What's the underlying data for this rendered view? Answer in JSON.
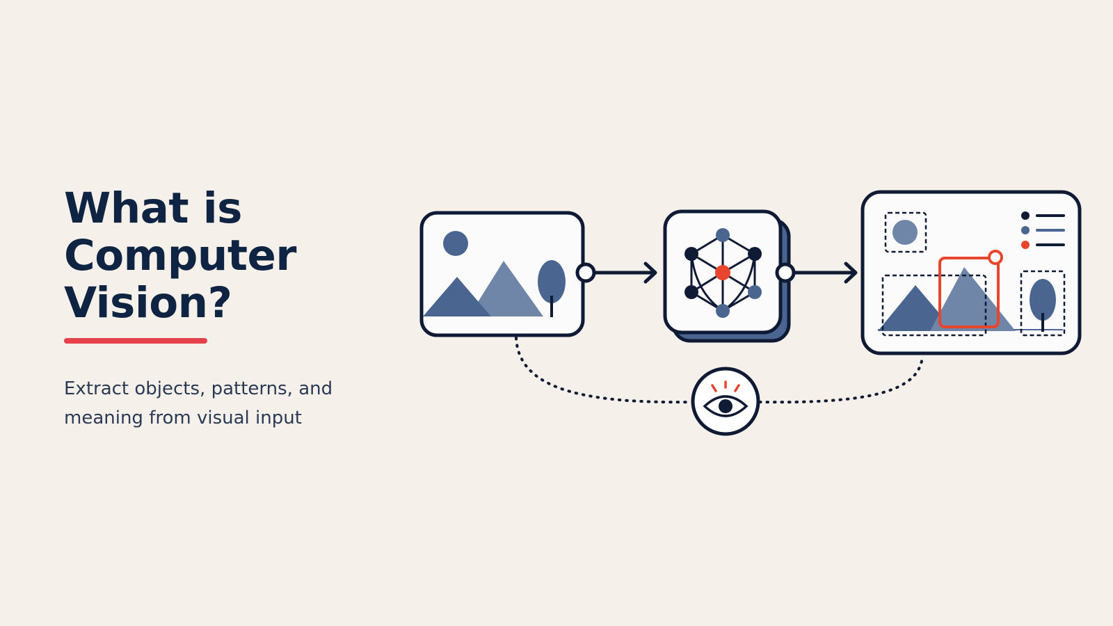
{
  "slide": {
    "title_lines": [
      "What is",
      "Computer",
      "Vision?"
    ],
    "subtitle_lines": [
      "Extract objects, patterns, and",
      "meaning from visual input"
    ]
  },
  "colors": {
    "background": "#f5f1ea",
    "ink": "#0f1a35",
    "title": "#0f2442",
    "accent_red": "#e5414d",
    "highlight_red": "#e8452c",
    "slate_dark": "#4a6690",
    "slate_light": "#6f86a8",
    "card": "#fbfbfc"
  },
  "diagram": {
    "stages": [
      {
        "name": "input-image",
        "icon": "image-landscape-icon"
      },
      {
        "name": "neural-network",
        "icon": "neural-network-icon"
      },
      {
        "name": "detection-output",
        "icon": "object-detection-icon"
      }
    ],
    "observer_icon": "eye-icon"
  }
}
